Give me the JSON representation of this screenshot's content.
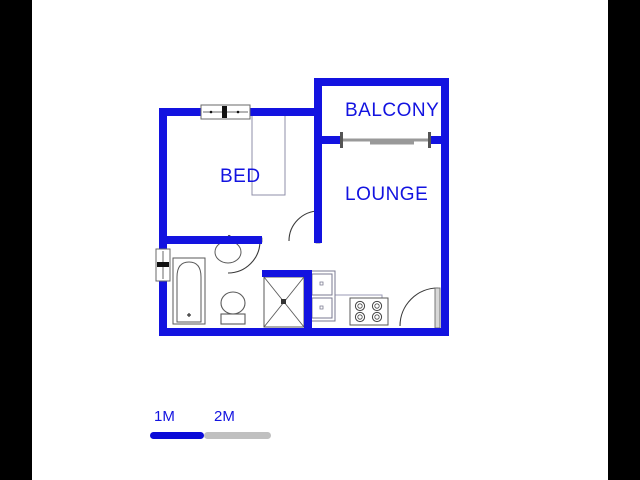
{
  "document": {
    "type": "floor-plan",
    "background_color": "#000000",
    "sheet_color": "#ffffff",
    "wall_color": "#1313e0",
    "fixture_color": "#808080",
    "label_color": "#1313e0"
  },
  "rooms": [
    {
      "key": "bed",
      "label": "BED"
    },
    {
      "key": "balcony",
      "label": "BALCONY"
    },
    {
      "key": "lounge",
      "label": "LOUNGE"
    }
  ],
  "fixtures": [
    {
      "name": "bedroom-window",
      "room": "bed",
      "type": "window"
    },
    {
      "name": "bathroom-window",
      "room": "bathroom",
      "type": "window"
    },
    {
      "name": "balcony-sliding-door",
      "room": "balcony",
      "type": "sliding-door"
    },
    {
      "name": "bedroom-door",
      "room": "bed",
      "type": "swing-door"
    },
    {
      "name": "bathroom-door",
      "room": "bathroom",
      "type": "swing-door"
    },
    {
      "name": "entrance-door",
      "room": "lounge",
      "type": "swing-door"
    },
    {
      "name": "wardrobe",
      "room": "bed",
      "type": "built-in-cupboard"
    },
    {
      "name": "bathtub",
      "room": "bathroom",
      "type": "bath"
    },
    {
      "name": "toilet",
      "room": "bathroom",
      "type": "wc"
    },
    {
      "name": "wash-basin",
      "room": "bathroom",
      "type": "basin"
    },
    {
      "name": "shower",
      "room": "bathroom",
      "type": "shower"
    },
    {
      "name": "refrigerator",
      "room": "lounge",
      "type": "fridge"
    },
    {
      "name": "stove",
      "room": "lounge",
      "type": "hob"
    },
    {
      "name": "kitchen-counter",
      "room": "lounge",
      "type": "counter"
    }
  ],
  "scale_bar": {
    "ticks": [
      {
        "label": "1M",
        "color": "#0a0ad8"
      },
      {
        "label": "2M",
        "color": "#c0c0c0"
      }
    ],
    "unit": "M"
  }
}
